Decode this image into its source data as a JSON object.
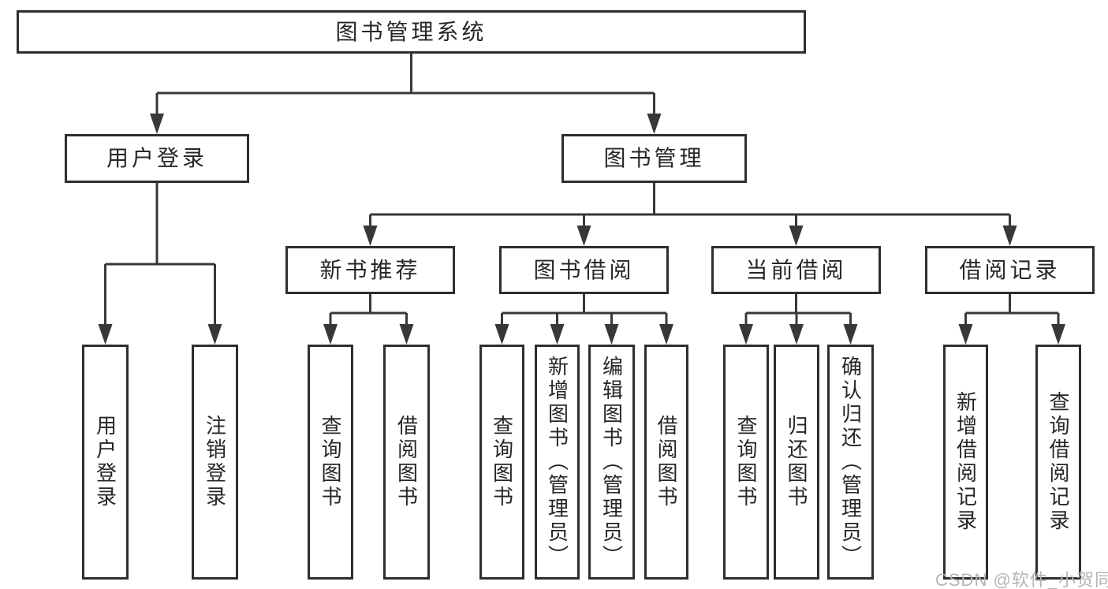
{
  "diagram": {
    "title": "图书管理系统",
    "watermark": "CSDN @软件_小贺同学",
    "colors": {
      "line": "#383838",
      "border": "#2e2e2e",
      "text": "#262626",
      "watermark": "#b5b5b5",
      "background": "#ffffff"
    },
    "tree": {
      "branches": [
        {
          "label": "用户登录",
          "children": [
            {
              "label": "用户登录"
            },
            {
              "label": "注销登录"
            }
          ]
        },
        {
          "label": "图书管理",
          "children": [
            {
              "label": "新书推荐",
              "children": [
                {
                  "label": "查询图书"
                },
                {
                  "label": "借阅图书"
                }
              ]
            },
            {
              "label": "图书借阅",
              "children": [
                {
                  "label": "查询图书"
                },
                {
                  "label": "新增图书（管理员）"
                },
                {
                  "label": "编辑图书（管理员）"
                },
                {
                  "label": "借阅图书"
                }
              ]
            },
            {
              "label": "当前借阅",
              "children": [
                {
                  "label": "查询图书"
                },
                {
                  "label": "归还图书"
                },
                {
                  "label": "确认归还（管理员）"
                }
              ]
            },
            {
              "label": "借阅记录",
              "children": [
                {
                  "label": "新增借阅记录"
                },
                {
                  "label": "查询借阅记录"
                }
              ]
            }
          ]
        }
      ]
    }
  }
}
